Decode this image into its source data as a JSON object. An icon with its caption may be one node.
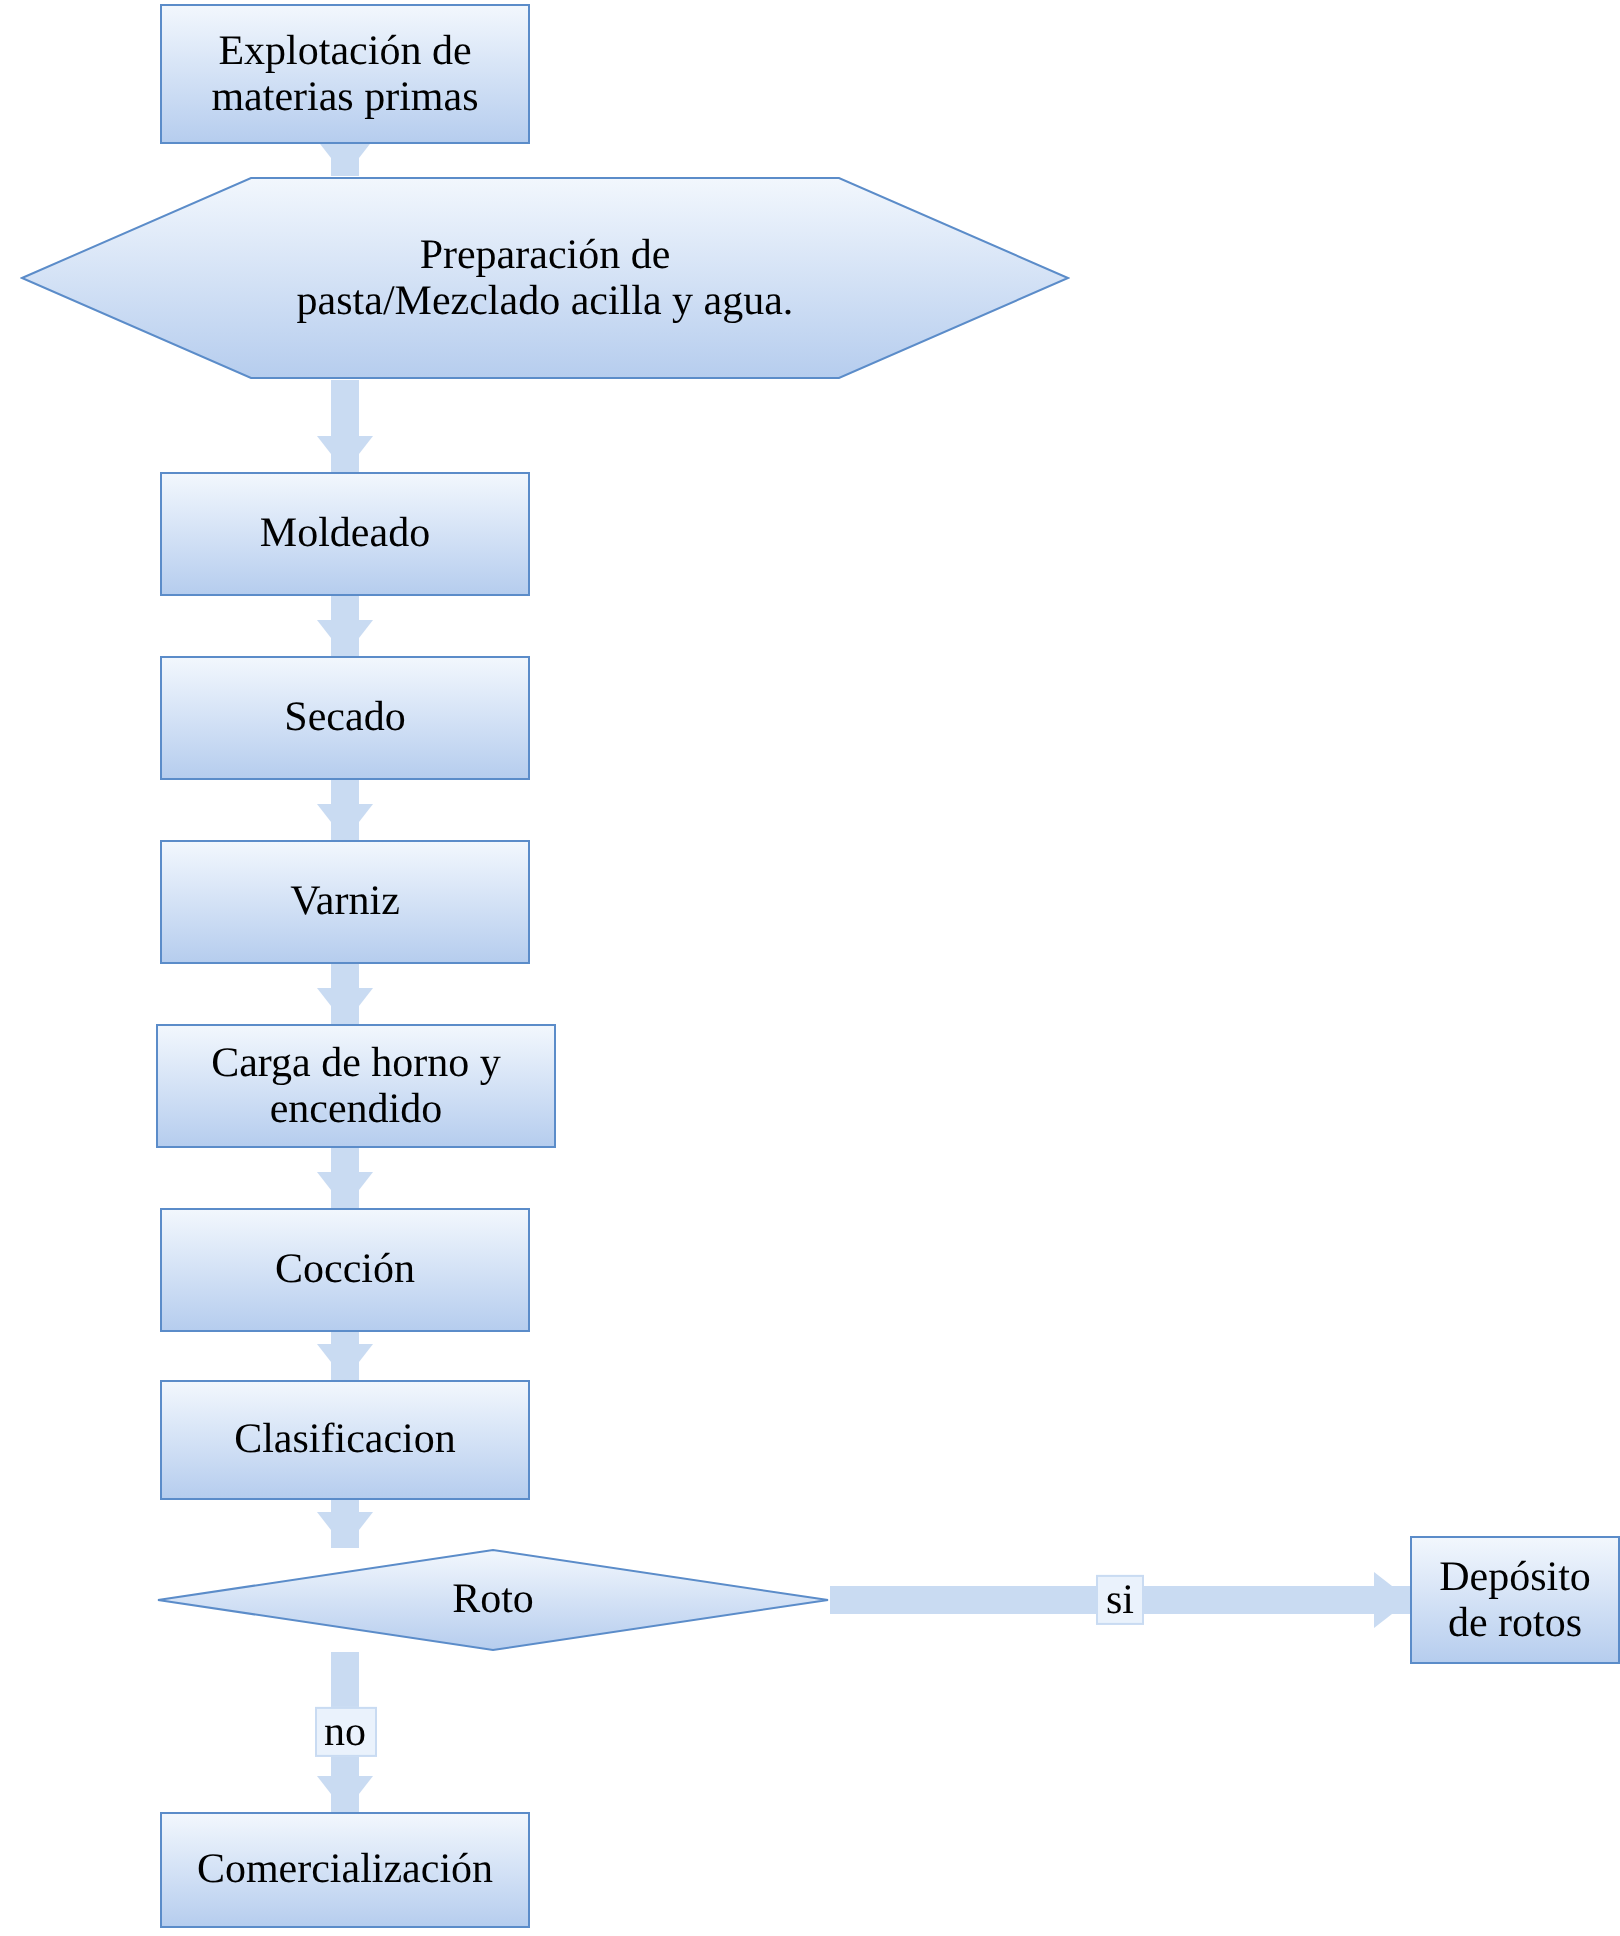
{
  "diagram": {
    "nodes": [
      {
        "text": [
          "Explotación de materias primas"
        ]
      },
      {
        "text": [
          "Preparación de pasta/Mezclado acilla y agua."
        ]
      },
      {
        "text": [
          "Moldeado"
        ]
      },
      {
        "text": [
          "Secado"
        ]
      },
      {
        "text": [
          "Varniz"
        ]
      },
      {
        "text": [
          "Carga de horno y encendido"
        ]
      },
      {
        "text": [
          "Cocción"
        ]
      },
      {
        "text": [
          "Clasificacion"
        ]
      },
      {
        "text": [
          "Roto"
        ]
      },
      {
        "text": [
          "Depósito de rotos"
        ]
      },
      {
        "text": [
          "Comercialización"
        ]
      }
    ],
    "edges": [
      {
        "from": 0,
        "to": 1,
        "arrow": "to"
      },
      {
        "from": 1,
        "to": 2,
        "arrow": "to"
      },
      {
        "from": 2,
        "to": 3,
        "arrow": "to"
      },
      {
        "from": 3,
        "to": 4,
        "arrow": "to"
      },
      {
        "from": 4,
        "to": 5,
        "arrow": "to"
      },
      {
        "from": 5,
        "to": 6,
        "arrow": "to"
      },
      {
        "from": 6,
        "to": 7,
        "arrow": "to"
      },
      {
        "from": 7,
        "to": 8,
        "arrow": "to"
      },
      {
        "from": 8,
        "to": 9,
        "arrow": "to",
        "label": "si"
      },
      {
        "from": 8,
        "to": 10,
        "arrow": "to",
        "label": "no"
      }
    ]
  }
}
